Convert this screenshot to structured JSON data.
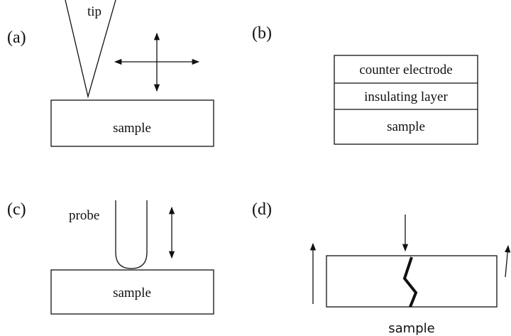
{
  "panel_a": {
    "label": "(a)",
    "tip_label": "tip",
    "sample_label": "sample"
  },
  "panel_b": {
    "label": "(b)",
    "layers": [
      "counter electrode",
      "insulating layer",
      "sample"
    ]
  },
  "panel_c": {
    "label": "(c)",
    "probe_label": "probe",
    "sample_label": "sample"
  },
  "panel_d": {
    "label": "(d)",
    "sample_label": "sample"
  }
}
